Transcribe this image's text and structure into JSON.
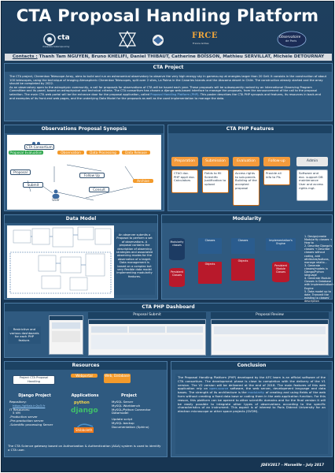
{
  "title": "CTA Proposal Handling Platform",
  "logos": {
    "cta": "cta",
    "cta_sub": "cherenkov telescope array",
    "france_grilles": "FRCE",
    "france_grilles_sub": "France Grilles",
    "obs": "Observatoire",
    "obs_sub": "de Paris"
  },
  "authors": {
    "label": "Contacts :",
    "names": " Thanh Tam NGUYEN, Bruno KHELIFI, Daniel THIBAUT, Catherine BOÏSSON, Mathieu SERVILLAT, Michèle DETOURNAY"
  },
  "cta_project": {
    "heading": "CTA Project",
    "text_a": "The CTA project, Cherenkov Telescope Array, aims to build and run an astronomical observatory to observe the very high energy sky in gamma-ray at energies larger than 20 GeV. It consists in the construction of about 100 telescopes, using the technique of imaging Atmospheric Cherenkov Telescopes, split over 2 sites, La Palma in the Canaries Islands and the Atacama desert in Chile. The construction already started and the array should be completed by 2022.",
    "text_b": "As an observatory open to the astrophysic community, a call for proposals for observations of CTA will be issued each year. These proposals will be subsequently ranked by an International Observing Program Committee and its panel, based on astrophysical and technical criteria. The CTA consortium has chosen a django web-based interface to manage the proposals, from the announcement of the call to the proposal selection. The main CTA web portal will be the entrance door for the proposal application, called ",
    "text_link": "Proposal Handling Platform (PHP)",
    "text_c": ". This poster describes the CTA PHP synopsis and features, its resources in back-end and examples of its front-end web pages, and the underlying Data Model for the proposals as well as the used implementation to manage the data."
  },
  "synopsis": {
    "heading": "Observations Proposal Synopsis",
    "consortium": "CTA Consortium",
    "proposal_eval": "Proposal Evaluation",
    "observation": "Observation",
    "data_processing": "Data Processing",
    "data_release": "Data Release",
    "proposal": "Proposal",
    "follow_up": "Follow Up",
    "submit": "Submit",
    "archive": "Archive",
    "consult": "Consult",
    "user": "User"
  },
  "features": {
    "heading": "CTA PHP Features",
    "items": [
      {
        "title": "Preparation",
        "desc": "CTAO doc. PHP appli doc. Calculators"
      },
      {
        "title": "Submission",
        "desc": "Fields to fill Scientific Justification to upload"
      },
      {
        "title": "Evaluation",
        "desc": "Access rights to sub-panels Building of the accepted proposal"
      },
      {
        "title": "Follow-up",
        "desc": "Provide all info to PIs"
      },
      {
        "title": "Admin",
        "desc": "Software and doc. support DB maintenance User and access rights mgt."
      }
    ]
  },
  "data_model": {
    "heading": "Data Model",
    "note": "An observer submits a Proposal to perform a set of observations. A proposal contains the description of observing strategies and associated observing modes for the observation of a target. Data management is based on a complex but very flexible data model implementing modularity features."
  },
  "modularity": {
    "heading": "Modularity",
    "modularity_db": "Modularity classes",
    "classes": "Classes",
    "objects": "Objects",
    "impl_engine": "Implementation's Engine",
    "persistent_classes": "Persistent Classes",
    "persistent_module": "Persistent Module Classes",
    "steps": [
      "1. Design/create Modularity classes → How to",
      "2. Describe Django's classes → Describe classes without coding, add attributes/buttons, manage relatio...",
      "3. Generate classes/models in Django/Python language",
      "4. Generate Module Classes in Database with Implementation's Engine",
      "5. Data model up to date. Transmit the existing to classes' description"
    ]
  },
  "dashboard": {
    "heading": "CTA PHP Dashboard",
    "left_note": "Restrictive and various dashboards for each PHP feature.",
    "submit_panel": "Proposal Submit",
    "review_panel": "Proposal Review"
  },
  "resources": {
    "heading": "Resources",
    "project_label": "Project CTA Proposal Handling",
    "django_project": "Django Project",
    "repository_label": "Repository:",
    "repository_url": "https://gitlab.in2p3.fr",
    "it_label": "IT Resources:",
    "it_vm": "5 VM",
    "prod": "-Production server",
    "preprod": "-Pre-production server",
    "sci": "-Scientific processing Server",
    "applications": "Applications",
    "project": "Project",
    "webportal": "Webportal",
    "web_db": "Web, Database",
    "python": "python",
    "django": "django",
    "shibboleth": "Shibboleth",
    "proj_items": [
      "MySQL Server",
      "MySQL Workbench",
      "MySQL/Python Connector",
      "Datamodel"
    ],
    "updates": [
      "Update script",
      "MySQL backup",
      "Documentation (Sphinx)"
    ],
    "footer_note": "The CTA Science gateway based on Authorization & Authentication (A&A) system is used to identify a CTA user."
  },
  "conclusion": {
    "heading": "Conclusion",
    "p1": "The Proposal Handling Platform (PHP) developed by the AFC team is an official software of the CTA consortium. The development phase is close to completion with the delivery of the V1 version. The V2 version will be delivered at the end of 2018. The main features of this web application rely on ",
    "open_source": "open-source",
    "p2": " software, the web server, development language and data bases. The strength of its architecture is the ",
    "modularity": "modularity",
    "p3": " of creating and using fields of the web form without creating a fixed data base or coding them in the web application function. For this reason, this platform can be opened to other scientific domains and for the final version it will be easily possible to integrate other types of observations according to the specific characteristics of an instrument. This aspect is of interest to Paris Diderot University for an electron microscope or other space projects (SVOM)."
  },
  "footer": "JDEV2017 – Marseille – July 2017",
  "colors": {
    "background": "#1a3958",
    "header": "#1c4263",
    "orange": "#f39a2b",
    "green": "#25a244",
    "red": "#b8192b"
  }
}
